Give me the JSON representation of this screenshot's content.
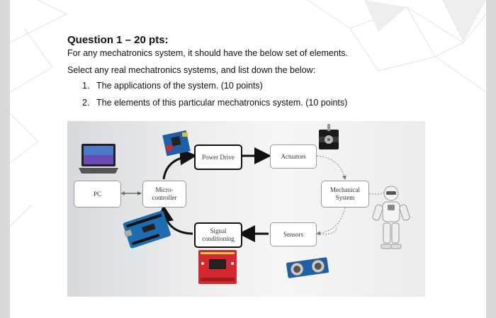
{
  "document": {
    "title": "Question 1 – 20 pts:",
    "line1": "For any mechatronics system, it should have the below set of elements.",
    "line2": "Select any real mechatronics systems, and list down the below:",
    "items": [
      {
        "num": "1.",
        "text": "The applications of the system. (10 points)"
      },
      {
        "num": "2.",
        "text": "The elements of this particular mechatronics system. (10 points)"
      }
    ]
  },
  "diagram": {
    "pc": "PC",
    "micro": "Micro-\ncontroller",
    "power": "Power Drive",
    "actuators": "Actuators",
    "mechanical": "Mechanical\nSystem",
    "sensors": "Sensors",
    "signal": "Signal\nconditioning",
    "icons": [
      "laptop-icon",
      "motor-driver-board-icon",
      "stepper-motor-icon",
      "arduino-board-icon",
      "robot-icon",
      "signal-conditioning-board-icon",
      "ultrasonic-sensor-icon"
    ]
  },
  "colors": {
    "frame": "#d9d9d9",
    "arrow": "#111111",
    "board_blue": "#1f5fa8",
    "board_red": "#d3282f"
  }
}
